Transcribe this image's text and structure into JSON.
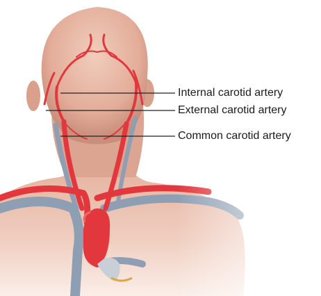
{
  "labels": {
    "internal": "Internal carotid artery",
    "external": "External carotid artery",
    "common": "Common carotid artery"
  },
  "colors": {
    "skin": "#e8b9a6",
    "skin_shadow": "#c98f7c",
    "artery": "#e2373c",
    "artery_light": "#f06a6a",
    "vein": "#8e9fb3",
    "leader": "#222222"
  }
}
